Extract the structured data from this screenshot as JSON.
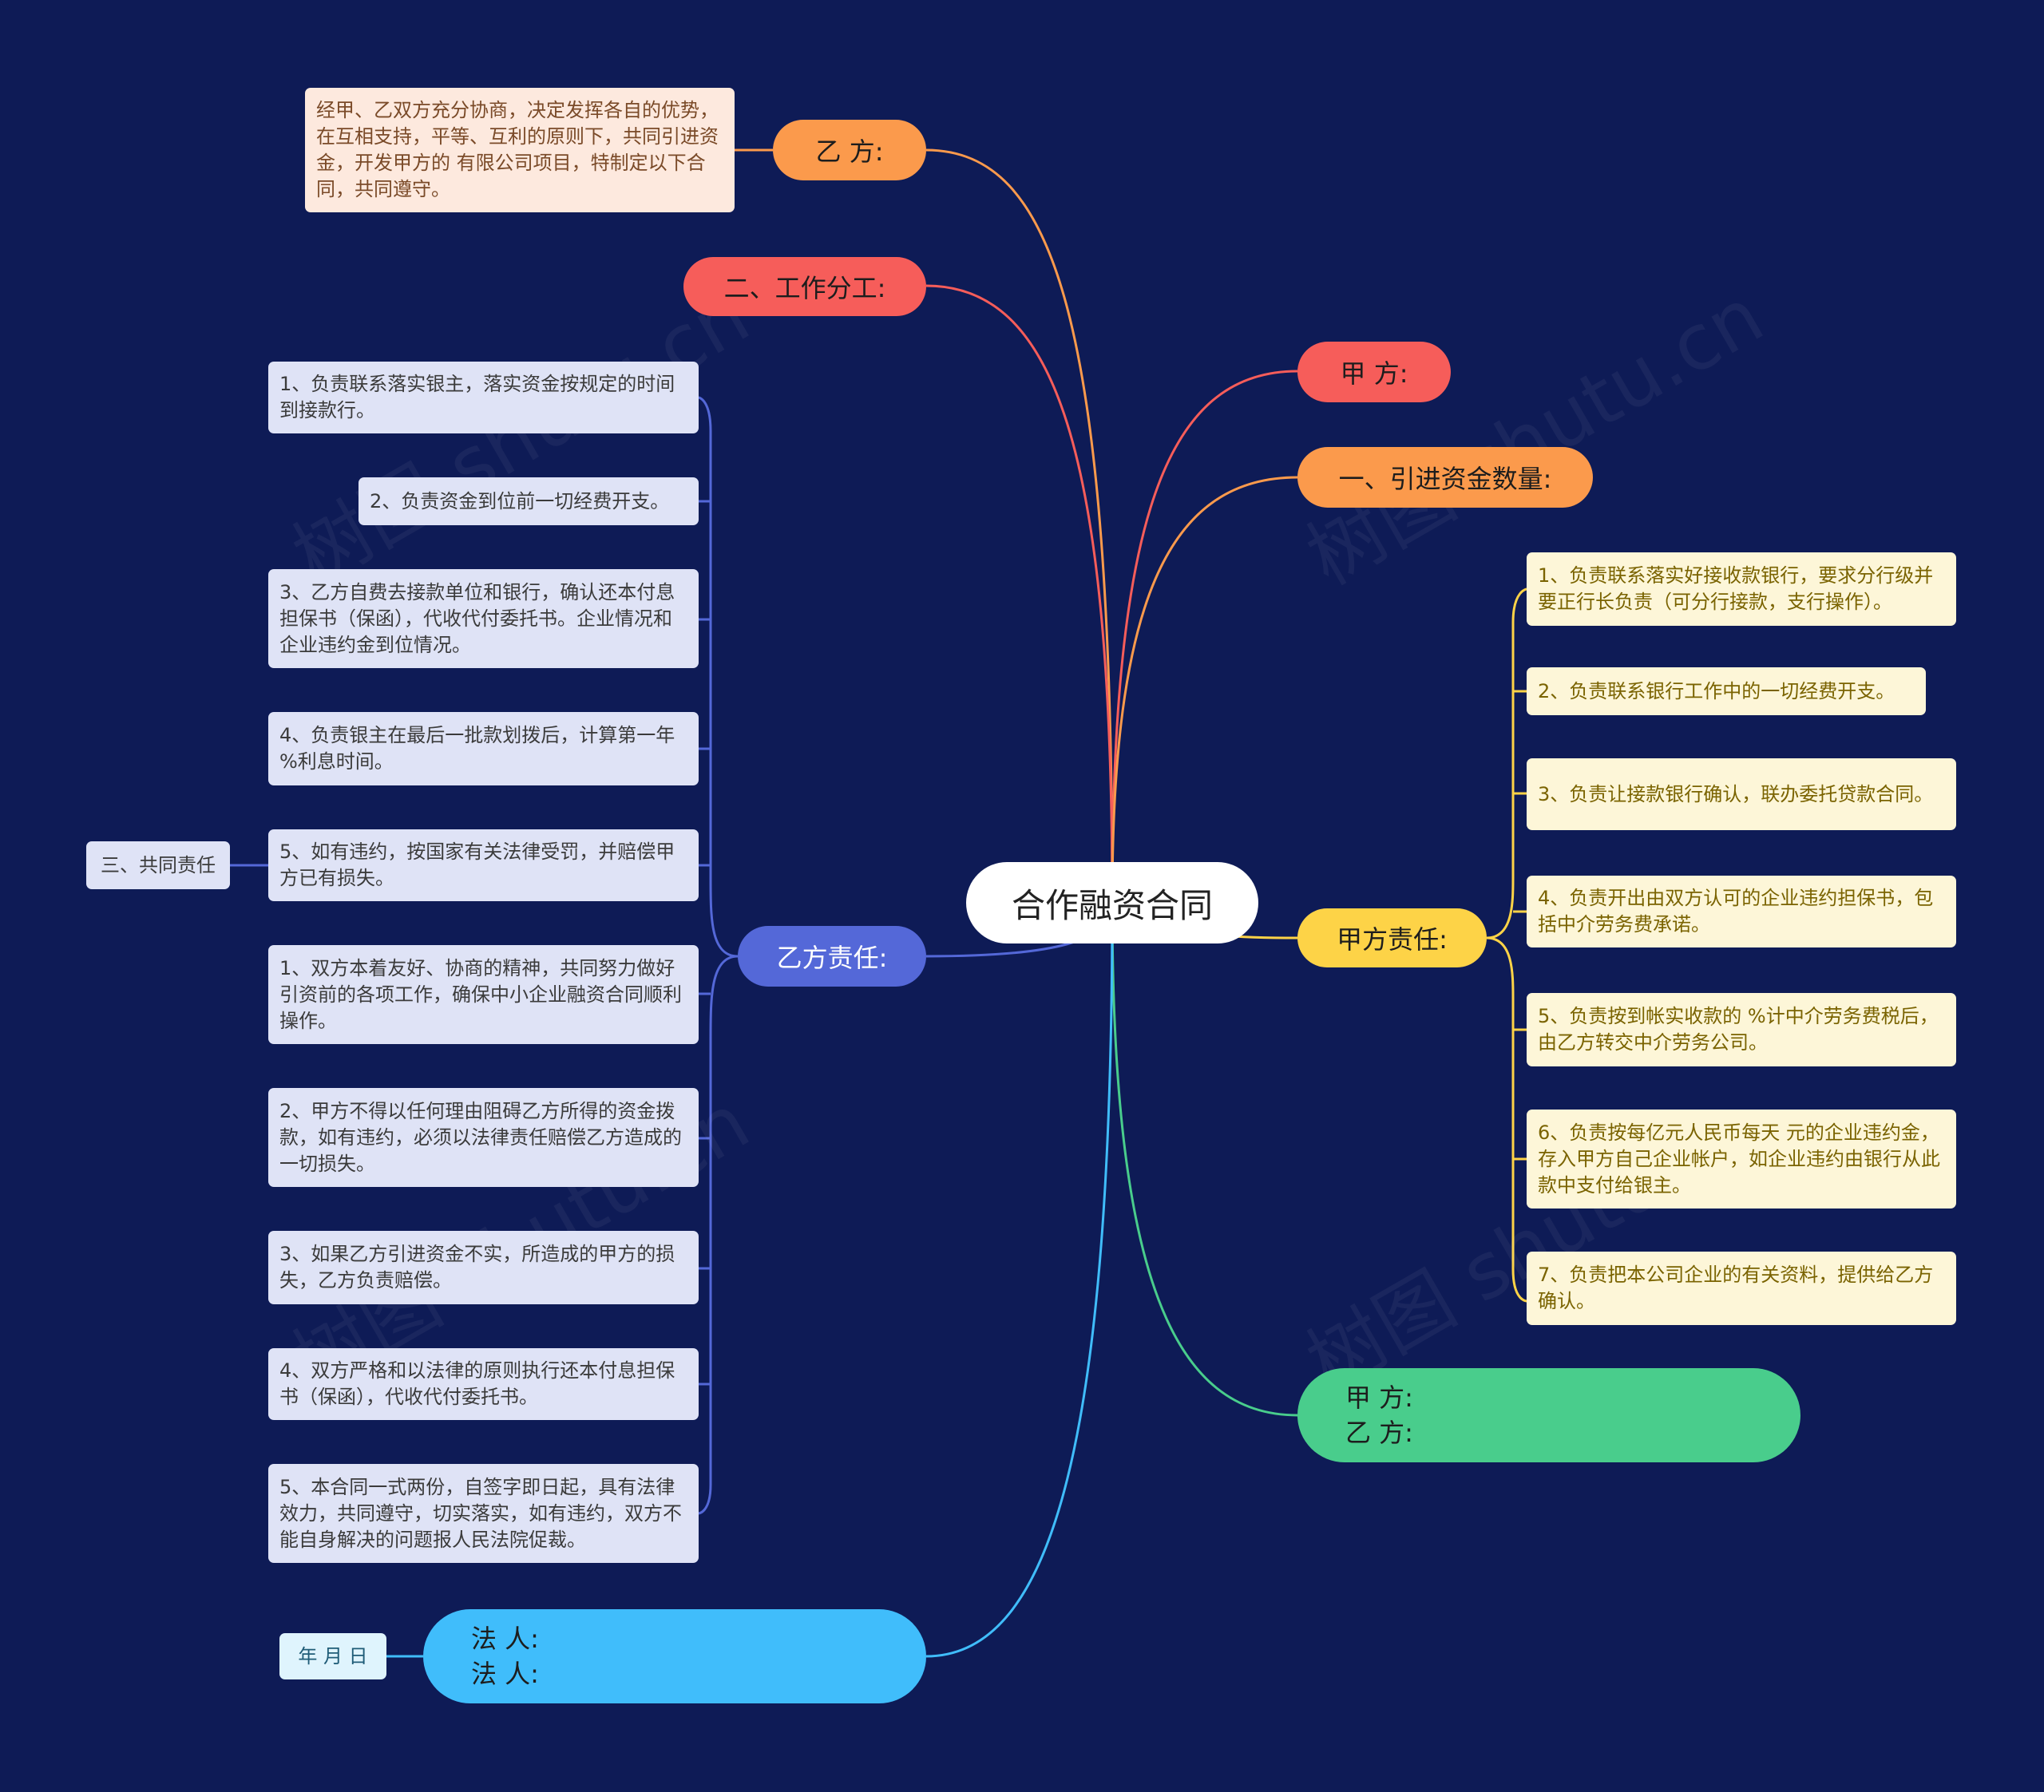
{
  "center": "合作融资合同",
  "branches": {
    "yi_fang": "乙  方:",
    "work_division": "二、工作分工:",
    "jia_fang": "甲  方:",
    "capital_amount": "一、引进资金数量:",
    "jia_resp": "甲方责任:",
    "yi_resp": "乙方责任:",
    "signature": "甲  方:\n   乙  方:",
    "legal": "法  人:\n   法  人:"
  },
  "preamble": "经甲、乙双方充分协商，决定发挥各自的优势，在互相支持，平等、互利的原则下，共同引进资金，开发甲方的            有限公司项目，特制定以下合同，共同遵守。",
  "common_resp_label": "三、共同责任",
  "date_label": "年  月  日",
  "yi_items": [
    "1、负责联系落实银主，落实资金按规定的时间到接款行。",
    "2、负责资金到位前一切经费开支。",
    "3、乙方自费去接款单位和银行，确认还本付息担保书（保函），代收代付委托书。企业情况和企业违约金到位情况。",
    "4、负责银主在最后一批款划拨后，计算第一年     %利息时间。",
    "5、如有违约，按国家有关法律受罚，并赔偿甲方已有损失。",
    "1、双方本着友好、协商的精神，共同努力做好引资前的各项工作，确保中小企业融资合同顺利操作。",
    "2、甲方不得以任何理由阻碍乙方所得的资金拨款，如有违约，必须以法律责任赔偿乙方造成的一切损失。",
    "3、如果乙方引进资金不实，所造成的甲方的损失，乙方负责赔偿。",
    "4、双方严格和以法律的原则执行还本付息担保书（保函），代收代付委托书。",
    "5、本合同一式两份，自签字即日起，具有法律效力，共同遵守，切实落实，如有违约，双方不能自身解决的问题报人民法院促裁。"
  ],
  "jia_items": [
    "1、负责联系落实好接收款银行，要求分行级并要正行长负责（可分行接款，支行操作）。",
    "2、负责联系银行工作中的一切经费开支。",
    "3、负责让接款银行确认，联办委托贷款合同。",
    "4、负责开出由双方认可的企业违约担保书，包括中介劳务费承诺。",
    "5、负责按到帐实收款的    %计中介劳务费税后，由乙方转交中介劳务公司。",
    "6、负责按每亿元人民币每天         元的企业违约金，存入甲方自己企业帐户，如企业违约由银行从此款中支付给银主。",
    "7、负责把本公司企业的有关资料，提供给乙方确认。"
  ],
  "colors": {
    "background": "#0e1b56",
    "orange": "#fb9a4c",
    "red": "#f65d5a",
    "yellow": "#fdd347",
    "blue": "#5468d8",
    "green": "#49cd8c",
    "sky": "#40bdfb"
  },
  "watermark": "树图 shutu.cn"
}
